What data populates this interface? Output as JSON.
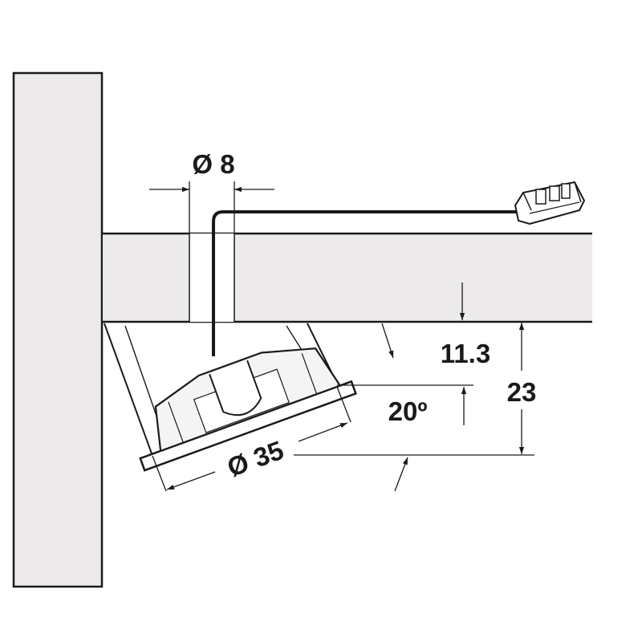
{
  "colors": {
    "panel_fill": "#eceaea",
    "line": "#1a1a1a",
    "light_fill": "#f5f4f4",
    "background": "#ffffff"
  },
  "dimensions": {
    "cable_hole_diameter": "Ø 8",
    "recess_depth": "11.3",
    "overall_height": "23",
    "tilt_angle": "20º",
    "light_diameter": "Ø 35"
  },
  "parts": {
    "side_panel": "vertical-side-panel",
    "shelf": "horizontal-shelf",
    "light": "angled-recessed-spotlight",
    "cable": "power-cable",
    "connector": "plug-connector-icon"
  }
}
